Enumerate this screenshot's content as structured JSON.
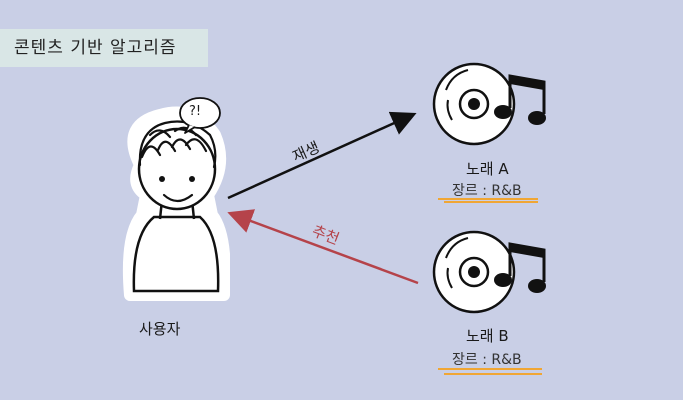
{
  "title": "콘텐츠 기반 알고리즘",
  "user": {
    "label": "사용자",
    "thought": "?!"
  },
  "arrows": {
    "play_label": "재생",
    "recommend_label": "추천",
    "play_color": "#111111",
    "recommend_color": "#b5434a"
  },
  "songs": [
    {
      "name": "노래 A",
      "genre": "장르 : R&B"
    },
    {
      "name": "노래 B",
      "genre": "장르 : R&B"
    }
  ],
  "colors": {
    "background": "#c9cfe6",
    "title_box": "#d9e6e6",
    "highlight": "#f0a634"
  }
}
